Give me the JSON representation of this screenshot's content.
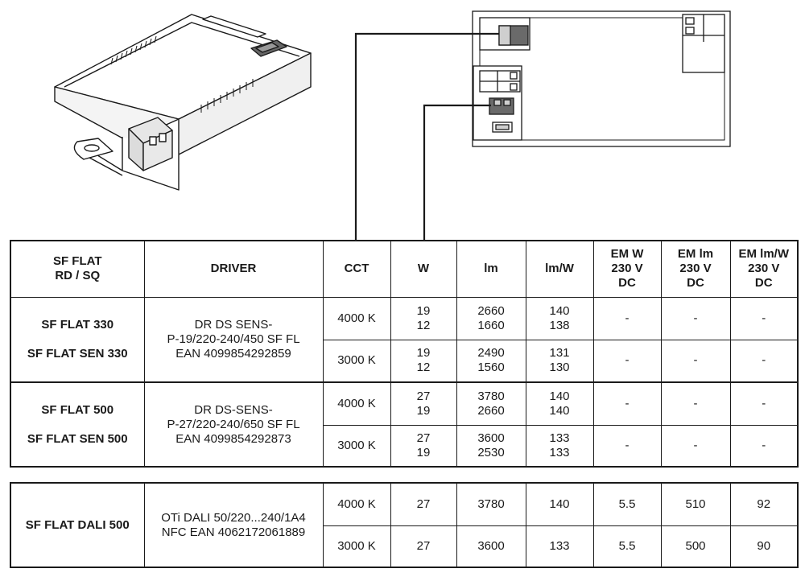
{
  "table1": {
    "headers": {
      "model": [
        "SF FLAT",
        "RD / SQ"
      ],
      "driver": "DRIVER",
      "cct": "CCT",
      "w": "W",
      "lm": "lm",
      "lmw": "lm/W",
      "em_w": [
        "EM W",
        "230 V",
        "DC"
      ],
      "em_lm": [
        "EM lm",
        "230 V",
        "DC"
      ],
      "em_lmw": [
        "EM lm/W",
        "230 V",
        "DC"
      ]
    },
    "groups": [
      {
        "model1": "SF FLAT 330",
        "model2": "SF FLAT SEN 330",
        "driver": [
          "DR DS SENS-",
          "P-19/220-240/450 SF FL",
          "EAN 4099854292859"
        ],
        "rows": [
          {
            "cct": "4000 K",
            "w": [
              "19",
              "12"
            ],
            "lm": [
              "2660",
              "1660"
            ],
            "lmw": [
              "140",
              "138"
            ],
            "em_w": "-",
            "em_lm": "-",
            "em_lmw": "-"
          },
          {
            "cct": "3000 K",
            "w": [
              "19",
              "12"
            ],
            "lm": [
              "2490",
              "1560"
            ],
            "lmw": [
              "131",
              "130"
            ],
            "em_w": "-",
            "em_lm": "-",
            "em_lmw": "-"
          }
        ]
      },
      {
        "model1": "SF FLAT 500",
        "model2": "SF FLAT SEN 500",
        "driver": [
          "DR DS-SENS-",
          "P-27/220-240/650 SF FL",
          "EAN 4099854292873"
        ],
        "rows": [
          {
            "cct": "4000 K",
            "w": [
              "27",
              "19"
            ],
            "lm": [
              "3780",
              "2660"
            ],
            "lmw": [
              "140",
              "140"
            ],
            "em_w": "-",
            "em_lm": "-",
            "em_lmw": "-"
          },
          {
            "cct": "3000 K",
            "w": [
              "27",
              "19"
            ],
            "lm": [
              "3600",
              "2530"
            ],
            "lmw": [
              "133",
              "133"
            ],
            "em_w": "-",
            "em_lm": "-",
            "em_lmw": "-"
          }
        ]
      }
    ]
  },
  "table2": {
    "model": "SF FLAT DALI 500",
    "driver": [
      "OTi DALI 50/220...240/1A4",
      "NFC EAN 4062172061889"
    ],
    "rows": [
      {
        "cct": "4000 K",
        "w": "27",
        "lm": "3780",
        "lmw": "140",
        "em_w": "5.5",
        "em_lm": "510",
        "em_lmw": "92"
      },
      {
        "cct": "3000 K",
        "w": "27",
        "lm": "3600",
        "lmw": "133",
        "em_w": "5.5",
        "em_lm": "500",
        "em_lmw": "90"
      }
    ]
  }
}
